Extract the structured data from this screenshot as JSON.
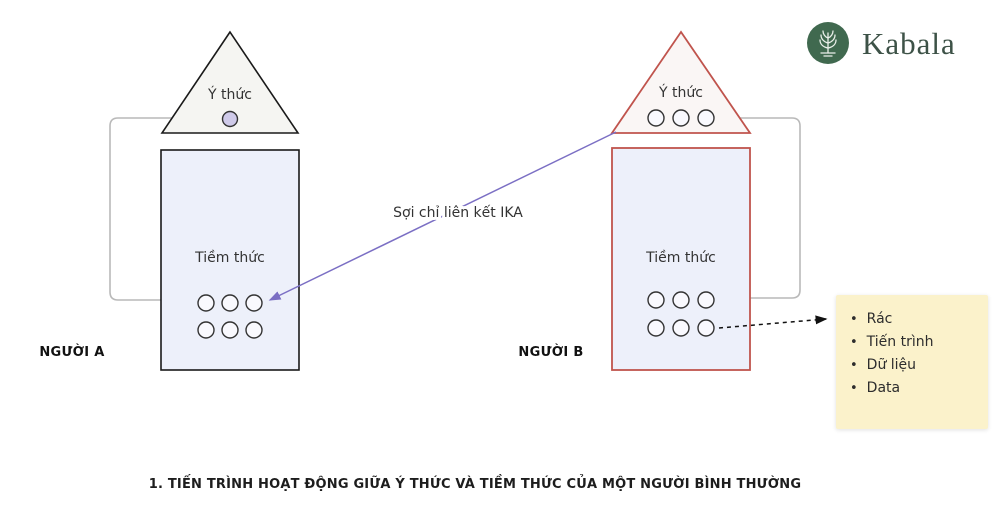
{
  "brand": {
    "name": "Kabala",
    "icon": "tree-icon",
    "text_color": "#3d5247",
    "icon_bg_color": "#40694f"
  },
  "person_a": {
    "name_label": "NGƯỜI A",
    "conscious_label": "Ý thức",
    "subconscious_label": "Tiềm thức",
    "outline_color": "#1a1a1a",
    "conscious_nodes": 1,
    "subconscious_nodes": 6
  },
  "person_b": {
    "name_label": "NGƯỜI B",
    "conscious_label": "Ý thức",
    "subconscious_label": "Tiềm thức",
    "outline_color": "#c0544d",
    "conscious_nodes": 3,
    "subconscious_nodes": 6
  },
  "ika_link": {
    "label": "Sợi chỉ liên kết IKA",
    "color": "#7b6fc4"
  },
  "sticky_note": {
    "bg_color": "#fbf2cb",
    "items": [
      "Rác",
      "Tiến trình",
      "Dữ liệu",
      "Data"
    ]
  },
  "caption": "1. TIẾN TRÌNH HOẠT ĐỘNG GIỮA Ý THỨC VÀ TIỀM THỨC CỦA MỘT NGƯỜI BÌNH THƯỜNG"
}
